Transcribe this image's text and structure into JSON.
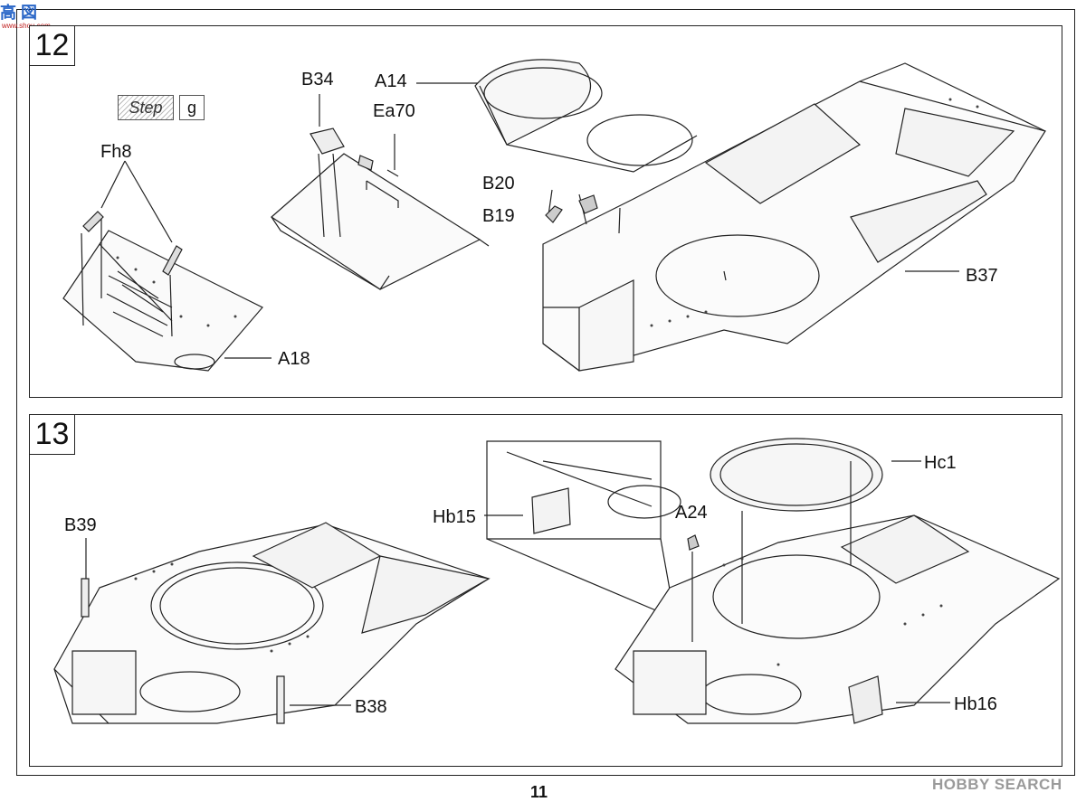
{
  "watermark": {
    "logo_text": "高 図",
    "url": "www.shou.com",
    "brand": "HOBBY SEARCH"
  },
  "page_number": "11",
  "step12": {
    "number": "12",
    "badge_label": "Step",
    "badge_letter": "g",
    "parts": [
      "Fh8",
      "A18",
      "B34",
      "Ea70",
      "A14",
      "B20",
      "B19",
      "B37"
    ]
  },
  "step13": {
    "number": "13",
    "parts": [
      "B39",
      "B38",
      "Hb15",
      "A24",
      "Hc1",
      "Hb16"
    ]
  }
}
